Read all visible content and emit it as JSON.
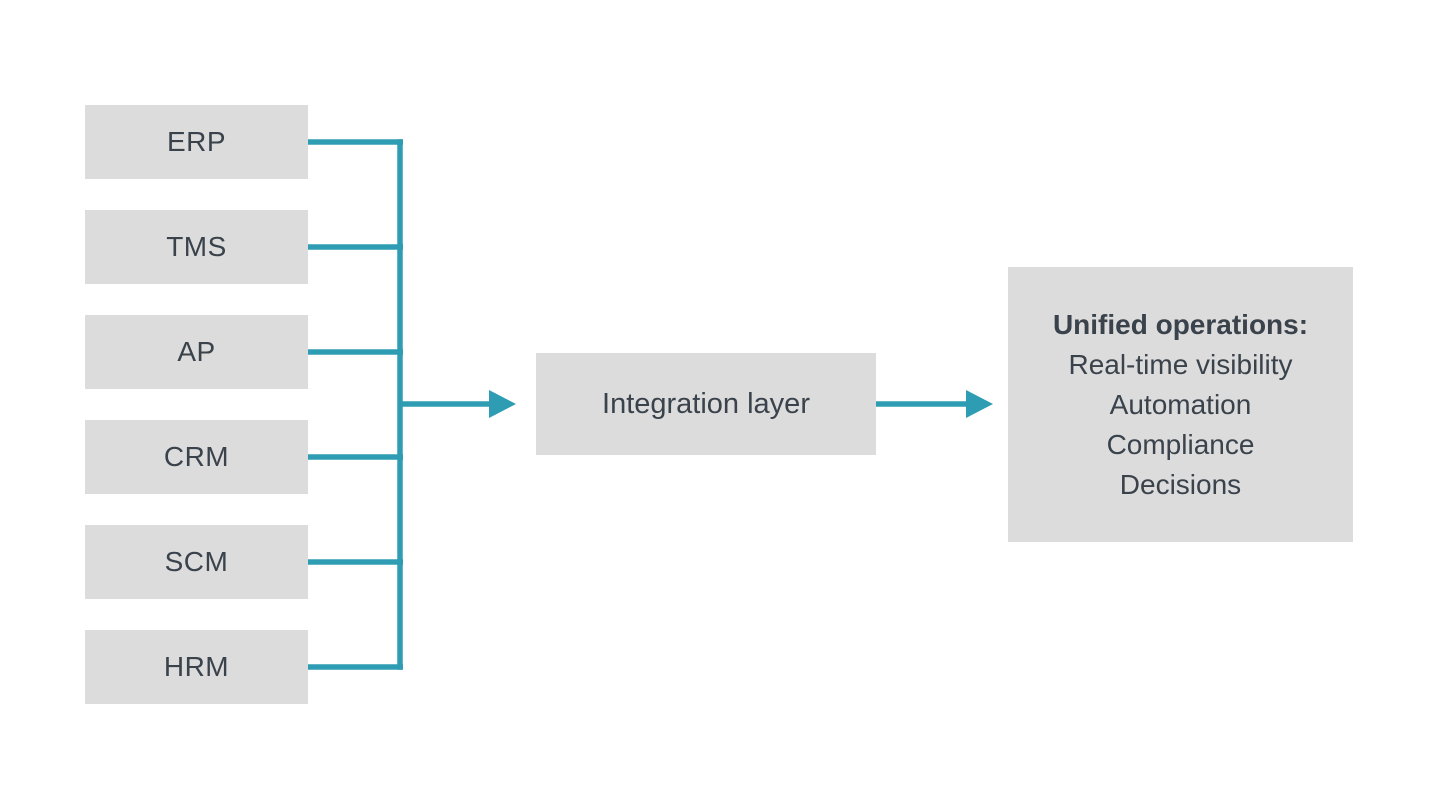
{
  "diagram": {
    "sources": [
      {
        "label": "ERP"
      },
      {
        "label": "TMS"
      },
      {
        "label": "AP"
      },
      {
        "label": "CRM"
      },
      {
        "label": "SCM"
      },
      {
        "label": "HRM"
      }
    ],
    "integration": {
      "label": "Integration layer"
    },
    "outcome": {
      "title": "Unified operations:",
      "items": [
        "Real-time visibility",
        "Automation",
        "Compliance",
        "Decisions"
      ]
    }
  },
  "colors": {
    "accent": "#2E9DB4",
    "box-fill": "#DCDCDC",
    "text-color": "#3A424C",
    "background": "#FFFFFF"
  }
}
